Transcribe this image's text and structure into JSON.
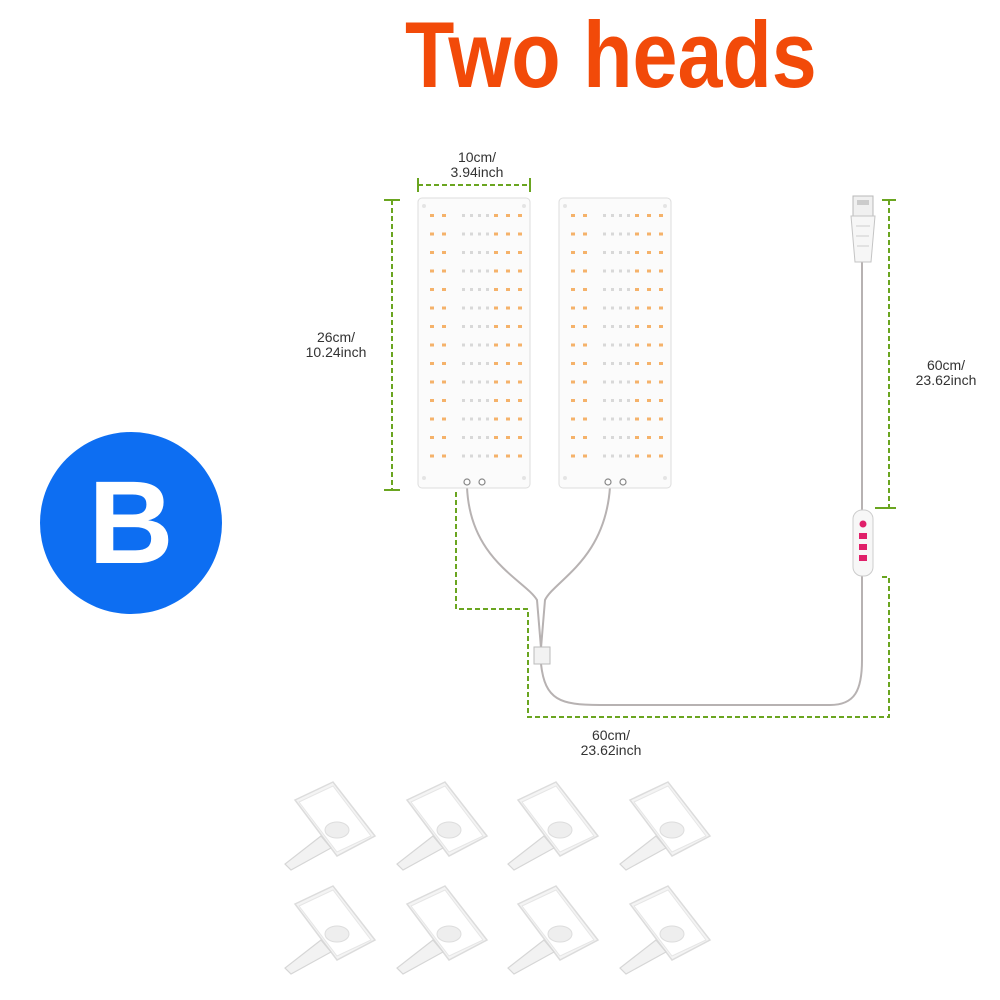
{
  "title": "Two heads",
  "badge": "B",
  "dimensions": {
    "width": {
      "line1": "10cm/",
      "line2": "3.94inch"
    },
    "height": {
      "line1": "26cm/",
      "line2": "10.24inch"
    },
    "usb_cable": {
      "line1": "60cm/",
      "line2": "23.62inch"
    },
    "split_cable": {
      "line1": "60cm/",
      "line2": "23.62inch"
    }
  },
  "colors": {
    "title": "#f24a09",
    "badge": "#0d6ef2",
    "dimension_line": "#6aa520",
    "led_orange": "#f5b26a",
    "led_white": "#d8d8d8",
    "switch_pink": "#e0206a"
  },
  "icons": {
    "usb_plug": "usb-plug-icon",
    "controller": "inline-controller-icon",
    "mounting_clips": "mounting-clip-icon"
  }
}
